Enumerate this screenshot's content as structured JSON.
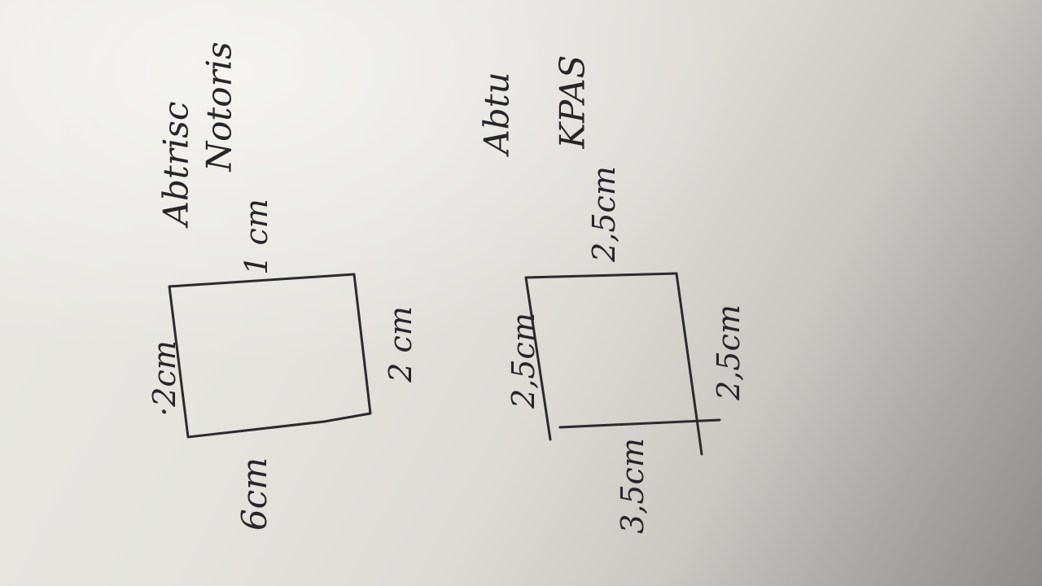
{
  "photo": {
    "subject": "hand-drawn-sketch",
    "ink_color": "#2b2a2c",
    "paper_color": "#e6e5e0"
  },
  "left_shape": {
    "title_lines": [
      "Abtrisc",
      "Notoris"
    ],
    "labels": {
      "top": "1 cm",
      "left": "·2cm",
      "right": "2 cm",
      "bottom": "6cm"
    }
  },
  "right_shape": {
    "title_lines": [
      "Abtu",
      "KPAS"
    ],
    "labels": {
      "top": "2,5cm",
      "left": "2,5cm",
      "right": "2,5cm",
      "bottom": "3,5cm"
    }
  }
}
